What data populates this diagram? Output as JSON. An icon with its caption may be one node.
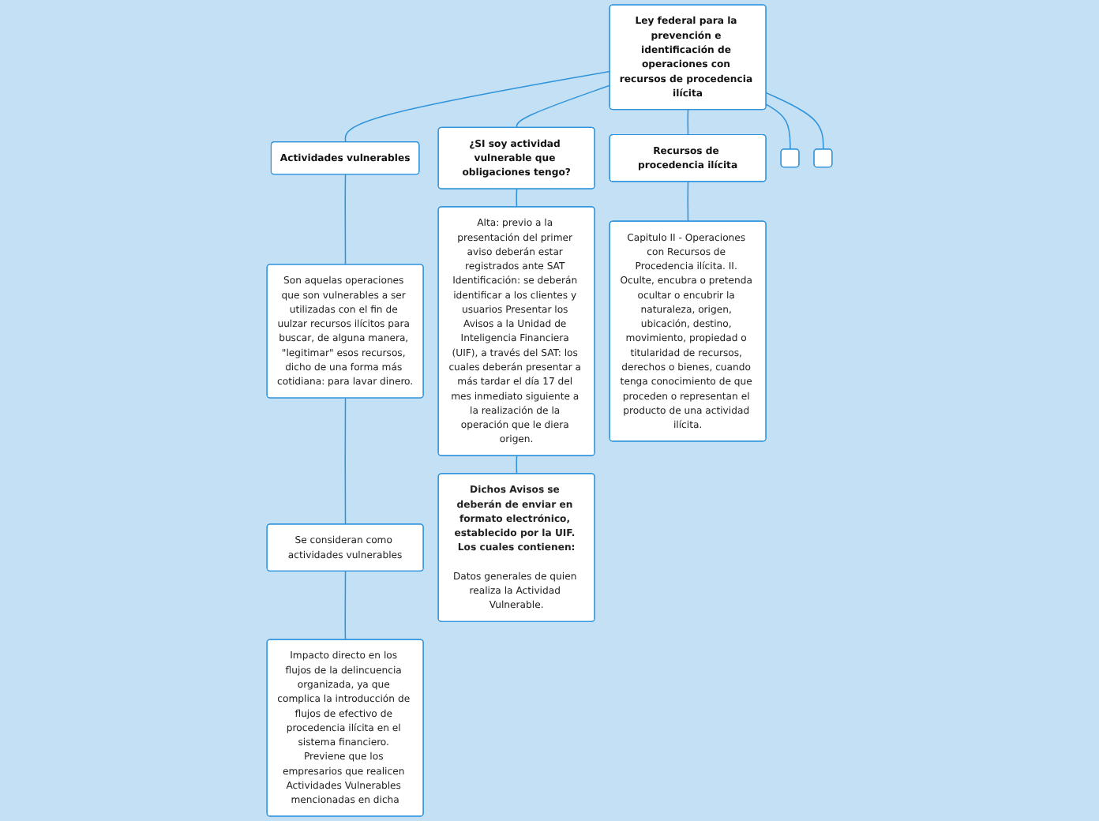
{
  "diagram": {
    "nodes": [
      {
        "text": [
          "Ley federal para la prevención e identificación de operaciones con recursos de procedencia ilícita"
        ]
      },
      {
        "text": [
          "Actividades vulnerables"
        ]
      },
      {
        "text": [
          "¿SI soy actividad vulnerable que obligaciones tengo?"
        ]
      },
      {
        "text": [
          "Recursos de procedencia ilícita"
        ]
      },
      {
        "text": [],
        "shape": "box"
      },
      {
        "text": [],
        "shape": "box"
      },
      {
        "text": [
          "Son aquelas operaciones que son vulnerables a ser utilizadas con el fin de uulzar recursos ilícitos para buscar, de alguna manera, \"legitimar\" esos recursos, dicho de una forma más cotidiana: para lavar dinero."
        ]
      },
      {
        "text": [
          "Se consideran como actividades vulnerables"
        ]
      },
      {
        "text": [
          "Impacto directo en los flujos de la delincuencia organizada, ya que complica la introducción de flujos de efectivo de procedencia ilícita en el sistema financiero. Previene que los empresarios que realicen Actividades Vulnerables mencionadas en dicha"
        ]
      },
      {
        "text": [
          "Alta: previo a la presentación del primer aviso deberán estar registrados ante SAT Identificación: se deberán identificar a los clientes y usuarios Presentar los Avisos a la Unidad de Inteligencia Financiera (UIF), a través del SAT: los cuales deberán presentar a más tardar el día 17 del mes inmediato siguiente a la realización de la operación que le diera origen."
        ]
      },
      {
        "text": [
          "Dichos Avisos se deberán de enviar en formato electrónico, establecido por la UIF. Los cuales contienen:",
          "Datos generales de quien realiza la Actividad Vulnerable."
        ]
      },
      {
        "text": [
          "Capitulo II - Operaciones con Recursos de Procedencia ilícita. II. Oculte, encubra o pretenda ocultar o encubrir la naturaleza, origen, ubicación, destino, movimiento, propiedad o titularidad de recursos, derechos o bienes, cuando tenga conocimiento de que proceden o representan el producto de una actividad ilícita."
        ]
      }
    ],
    "edges": [
      {
        "from": 0,
        "to": 4,
        "arrow": "none"
      },
      {
        "from": 0,
        "to": 1,
        "arrow": "none"
      },
      {
        "from": 0,
        "to": 2,
        "arrow": "none"
      },
      {
        "from": 0,
        "to": 3,
        "arrow": "none"
      },
      {
        "from": 0,
        "to": 5,
        "arrow": "none"
      },
      {
        "from": 1,
        "to": 6,
        "arrow": "none"
      },
      {
        "from": 6,
        "to": 7,
        "arrow": "none"
      },
      {
        "from": 7,
        "to": 8,
        "arrow": "none"
      },
      {
        "from": 2,
        "to": 9,
        "arrow": "none"
      },
      {
        "from": 9,
        "to": 10,
        "arrow": "none"
      },
      {
        "from": 3,
        "to": 11,
        "arrow": "none"
      }
    ]
  }
}
